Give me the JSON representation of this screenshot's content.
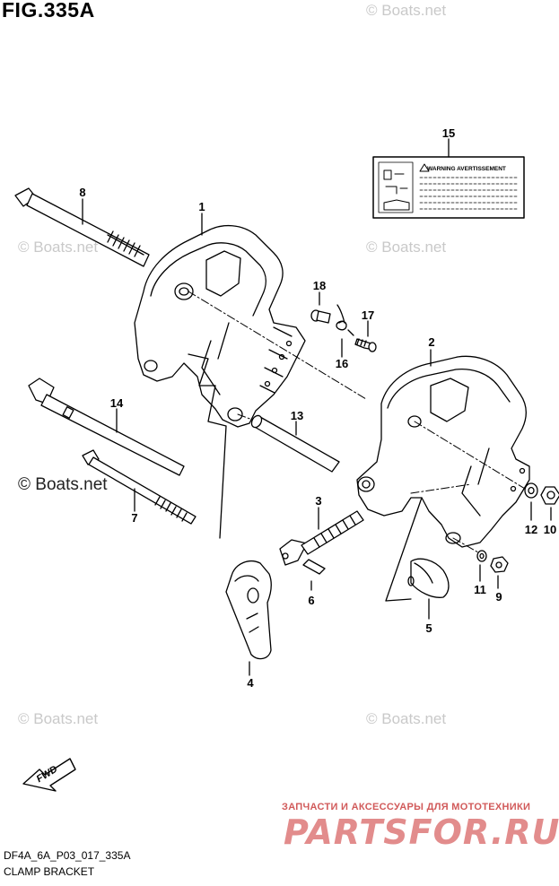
{
  "figure": {
    "title": "FIG.335A",
    "code": "DF4A_6A_P03_017_335A",
    "name": "CLAMP BRACKET"
  },
  "watermarks": {
    "text": "© Boats.net"
  },
  "label_15": {
    "header": "WARNING AVERTISSEMENT"
  },
  "direction": {
    "fwd": "FWD"
  },
  "callouts": [
    "1",
    "2",
    "3",
    "4",
    "5",
    "6",
    "7",
    "8",
    "9",
    "10",
    "11",
    "12",
    "13",
    "14",
    "15",
    "16",
    "17",
    "18"
  ],
  "shop": {
    "subtitle": "ЗАПЧАСТИ И АКСЕССУАРЫ ДЛЯ МОТОТЕХНИКИ",
    "logo": "PARTSFOR.RU"
  }
}
